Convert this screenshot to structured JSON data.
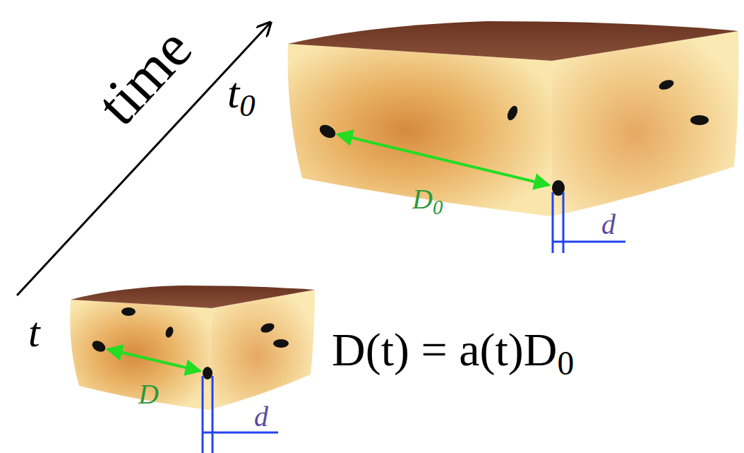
{
  "diagram": {
    "labels": [
      "time",
      "t0",
      "D0",
      "d",
      "t",
      "D",
      "d",
      "D(t) = a(t)D0"
    ]
  }
}
